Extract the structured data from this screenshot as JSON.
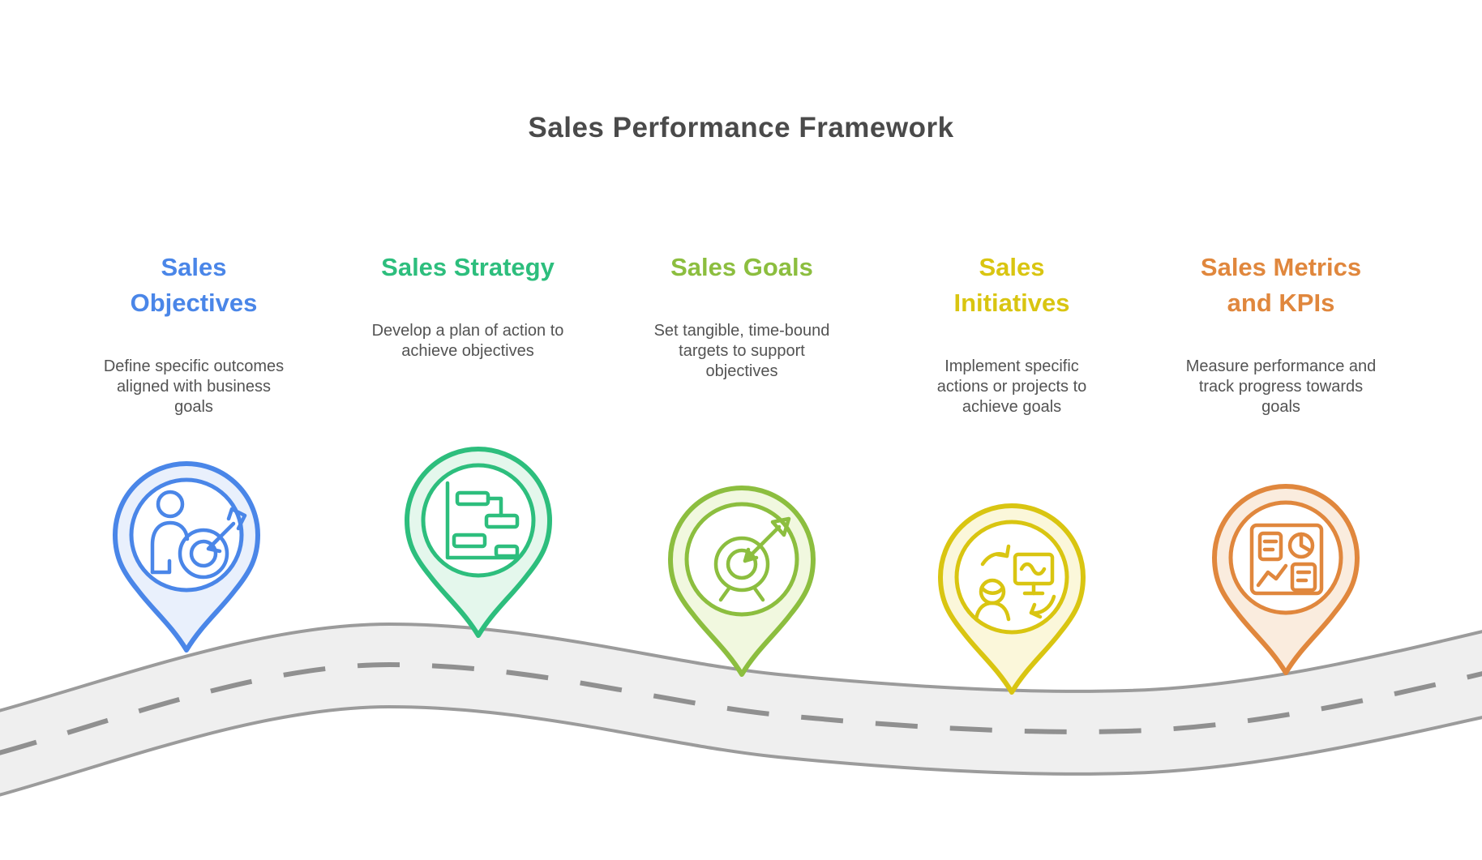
{
  "title": "Sales Performance Framework",
  "title_color": "#4A4A4A",
  "road": {
    "fill": "#EFEFEF",
    "edge_color": "#9B9B9B",
    "dash_color": "#909090"
  },
  "milestones": [
    {
      "heading": "Sales\nObjectives",
      "description": "Define specific outcomes\naligned with business\ngoals",
      "color": "#4A86E8",
      "pin_fill": "#E9F0FC",
      "icon": "person-target-icon"
    },
    {
      "heading": "Sales Strategy",
      "description": "Develop a plan of action to\nachieve objectives",
      "color": "#2DBE7D",
      "pin_fill": "#E4F7EC",
      "icon": "gantt-chart-icon"
    },
    {
      "heading": "Sales Goals",
      "description": "Set tangible, time-bound\ntargets to support\nobjectives",
      "color": "#8CBE3F",
      "pin_fill": "#F1F8DF",
      "icon": "target-arrow-icon"
    },
    {
      "heading": "Sales\nInitiatives",
      "description": "Implement specific\nactions or projects to\nachieve goals",
      "color": "#D9C511",
      "pin_fill": "#FBF7DA",
      "icon": "people-monitor-exchange-icon"
    },
    {
      "heading": "Sales Metrics\nand KPIs",
      "description": "Measure performance and\ntrack progress towards\ngoals",
      "color": "#E0873D",
      "pin_fill": "#FAECDE",
      "icon": "dashboard-report-icon"
    }
  ]
}
